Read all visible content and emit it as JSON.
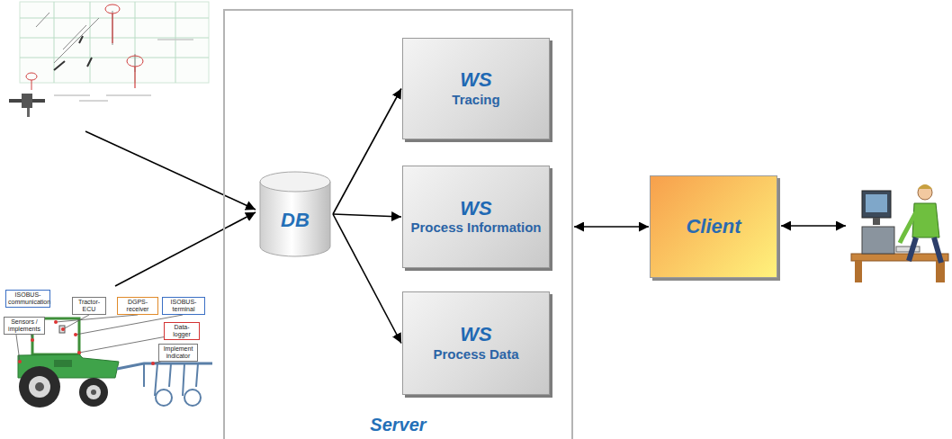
{
  "diagram": {
    "nodes": [
      {
        "text": [
          "Server"
        ]
      },
      {
        "text": [
          "DB"
        ],
        "in": 0
      },
      {
        "text": [
          "WS",
          "Tracing"
        ],
        "in": 0
      },
      {
        "text": [
          "WS",
          "Process Information"
        ],
        "in": 0
      },
      {
        "text": [
          "WS",
          "Process Data"
        ],
        "in": 0
      },
      {
        "text": [
          "Client"
        ]
      },
      {
        "text": [
          "ISOBUS-communication"
        ]
      },
      {
        "text": [
          "Sensors / implements"
        ]
      },
      {
        "text": [
          "Tractor-ECU"
        ]
      },
      {
        "text": [
          "DGPS-receiver"
        ]
      },
      {
        "text": [
          "ISOBUS-terminal"
        ]
      },
      {
        "text": [
          "Data-logger"
        ]
      },
      {
        "text": [
          "Implement indicator"
        ]
      }
    ],
    "edges": [
      {
        "from": 1,
        "to": 2,
        "arrow": "to"
      },
      {
        "from": 1,
        "to": 3,
        "arrow": "to"
      },
      {
        "from": 1,
        "to": 4,
        "arrow": "to"
      },
      {
        "from": 0,
        "to": 5,
        "arrow": "both"
      }
    ]
  }
}
